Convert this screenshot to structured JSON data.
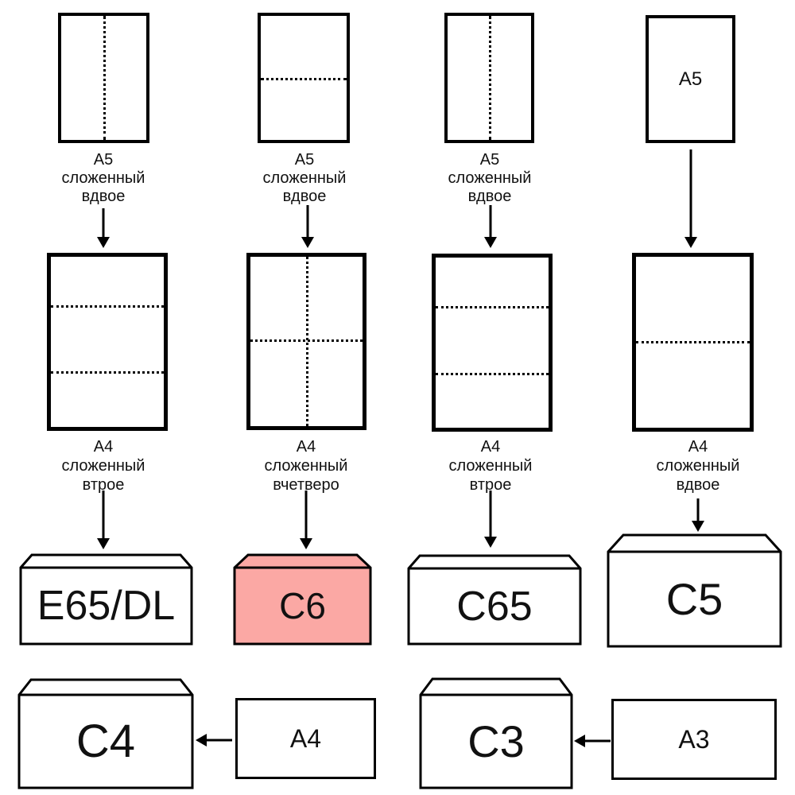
{
  "diagram_title": "paper-to-envelope-folding-diagram",
  "colors": {
    "background": "#ffffff",
    "stroke": "#000000",
    "text": "#111111",
    "highlight": "#fba8a4",
    "paper_fill": "#ffffff"
  },
  "columns": [
    {
      "top_caption": [
        "A5",
        "сложенный",
        "вдвое"
      ],
      "mid_caption": [
        "A4",
        "сложенный",
        "втрое"
      ],
      "envelope_label": "E65/DL",
      "highlighted": false
    },
    {
      "top_caption": [
        "A5",
        "сложенный",
        "вдвое"
      ],
      "mid_caption": [
        "A4",
        "сложенный",
        "вчетверо"
      ],
      "envelope_label": "C6",
      "highlighted": true
    },
    {
      "top_caption": [
        "A5",
        "сложенный",
        "вдвое"
      ],
      "mid_caption": [
        "A4",
        "сложенный",
        "втрое"
      ],
      "envelope_label": "C65",
      "highlighted": false
    },
    {
      "top_paper_label": "A5",
      "mid_caption": [
        "A4",
        "сложенный",
        "вдвое"
      ],
      "envelope_label": "C5",
      "highlighted": false
    }
  ],
  "bottom_row": [
    {
      "envelope_label": "C4",
      "source_label": "A4"
    },
    {
      "envelope_label": "C3",
      "source_label": "A3"
    }
  ]
}
